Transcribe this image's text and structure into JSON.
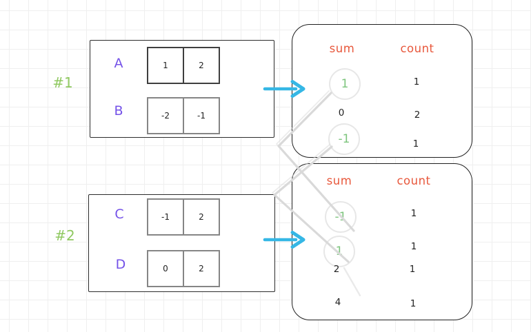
{
  "diagram": {
    "groups": [
      {
        "id": "#1",
        "arrays": [
          {
            "name": "A",
            "cells": [
              "1",
              "2"
            ]
          },
          {
            "name": "B",
            "cells": [
              "-2",
              "-1"
            ]
          }
        ]
      },
      {
        "id": "#2",
        "arrays": [
          {
            "name": "C",
            "cells": [
              "-1",
              "2"
            ]
          },
          {
            "name": "D",
            "cells": [
              "0",
              "2"
            ]
          }
        ]
      }
    ],
    "tables": [
      {
        "sum_header": "sum",
        "count_header": "count",
        "rows": [
          {
            "sum": "1",
            "count": "1",
            "circled": true
          },
          {
            "sum": "0",
            "count": "2",
            "circled": false
          },
          {
            "sum": "-1",
            "count": "1",
            "circled": true
          }
        ]
      },
      {
        "sum_header": "sum",
        "count_header": "count",
        "rows": [
          {
            "sum": "-1",
            "count": "1",
            "circled": true
          },
          {
            "sum": "1",
            "count": "1",
            "circled": true
          },
          {
            "sum": "2",
            "count": "1",
            "circled": false
          },
          {
            "sum": "4",
            "count": "1",
            "circled": false
          }
        ]
      }
    ],
    "connections": [
      {
        "from": "table1 sum 1",
        "to": "table2 sum -1"
      },
      {
        "from": "table1 sum -1",
        "to": "table2 sum 1"
      }
    ],
    "colors": {
      "array_label": "#7452e8",
      "group_label": "#8fc860",
      "table_header": "#e8583c",
      "highlight_green": "#7cc47c",
      "arrow_cyan": "#35b7e5",
      "connector_gray": "#d9d9d9",
      "box_border": "#1e1e1e",
      "cell_border_dark": "#3e3e3e",
      "cell_border_gray": "#858585",
      "text": "#1f1f1f"
    }
  }
}
